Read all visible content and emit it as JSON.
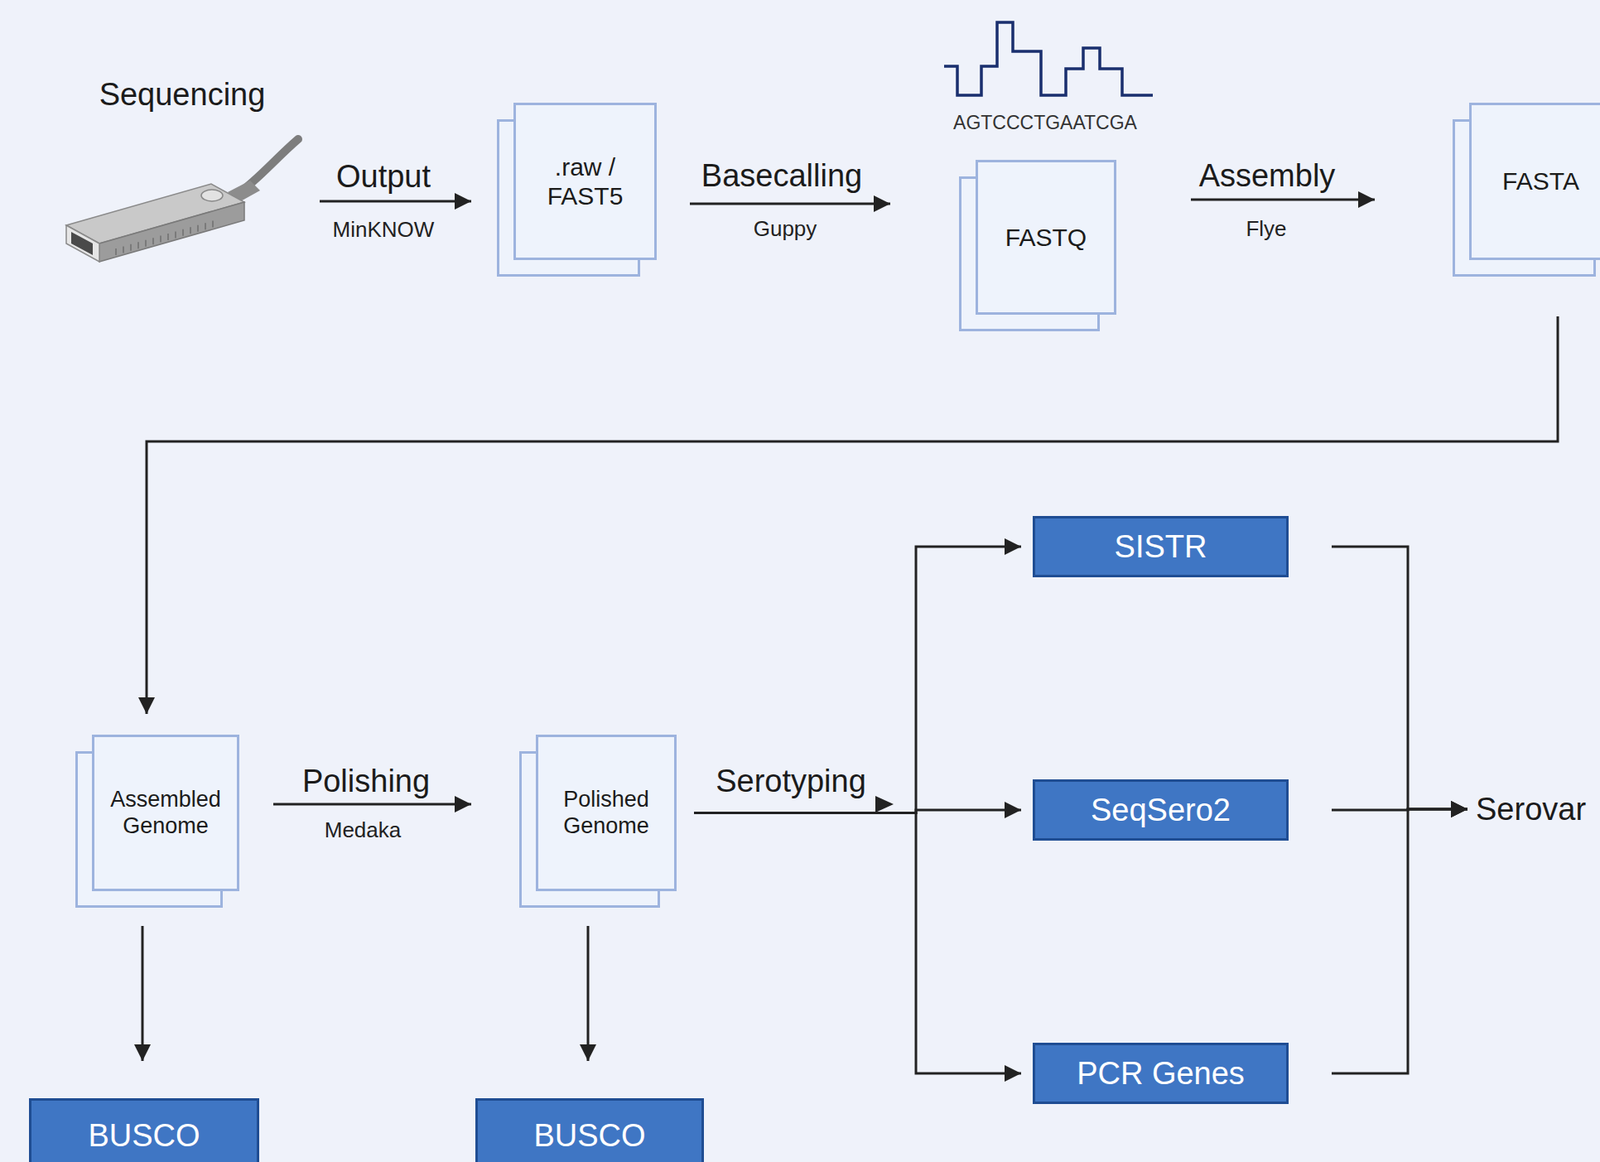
{
  "diagram": {
    "nodes": [
      {
        "text": [
          "Sequencing"
        ]
      },
      {
        "text": [
          ".raw / FAST5"
        ]
      },
      {
        "text": [
          "FASTQ"
        ]
      },
      {
        "text": [
          "FASTA"
        ]
      },
      {
        "text": [
          "Assembled Genome"
        ]
      },
      {
        "text": [
          "Polished Genome"
        ]
      },
      {
        "text": [
          "SISTR"
        ]
      },
      {
        "text": [
          "SeqSero2"
        ]
      },
      {
        "text": [
          "PCR Genes"
        ]
      },
      {
        "text": [
          "Serovar"
        ]
      },
      {
        "text": [
          "BUSCO"
        ]
      },
      {
        "text": [
          "BUSCO"
        ]
      }
    ],
    "edges": [
      {
        "from": 0,
        "to": 1,
        "label": "Output",
        "arrow": "to"
      },
      {
        "from": 1,
        "to": 2,
        "label": "Basecalling",
        "arrow": "to"
      },
      {
        "from": 2,
        "to": 3,
        "label": "Assembly",
        "arrow": "to"
      },
      {
        "from": 3,
        "to": 4,
        "arrow": "to"
      },
      {
        "from": 4,
        "to": 5,
        "label": "Polishing",
        "arrow": "to"
      },
      {
        "from": 5,
        "to": 6,
        "arrow": "to"
      },
      {
        "from": 5,
        "to": 7,
        "label": "Serotyping",
        "arrow": "to"
      },
      {
        "from": 5,
        "to": 8,
        "arrow": "to"
      },
      {
        "from": 6,
        "to": 9,
        "arrow": "to"
      },
      {
        "from": 7,
        "to": 9,
        "arrow": "to"
      },
      {
        "from": 8,
        "to": 9,
        "arrow": "to"
      },
      {
        "from": 4,
        "to": 10,
        "arrow": "to"
      },
      {
        "from": 5,
        "to": 11,
        "arrow": "to"
      }
    ],
    "labels": [
      "MinKNOW",
      "Guppy",
      "Flye",
      "Medaka",
      "AGTCCCTGAATCGA"
    ]
  }
}
